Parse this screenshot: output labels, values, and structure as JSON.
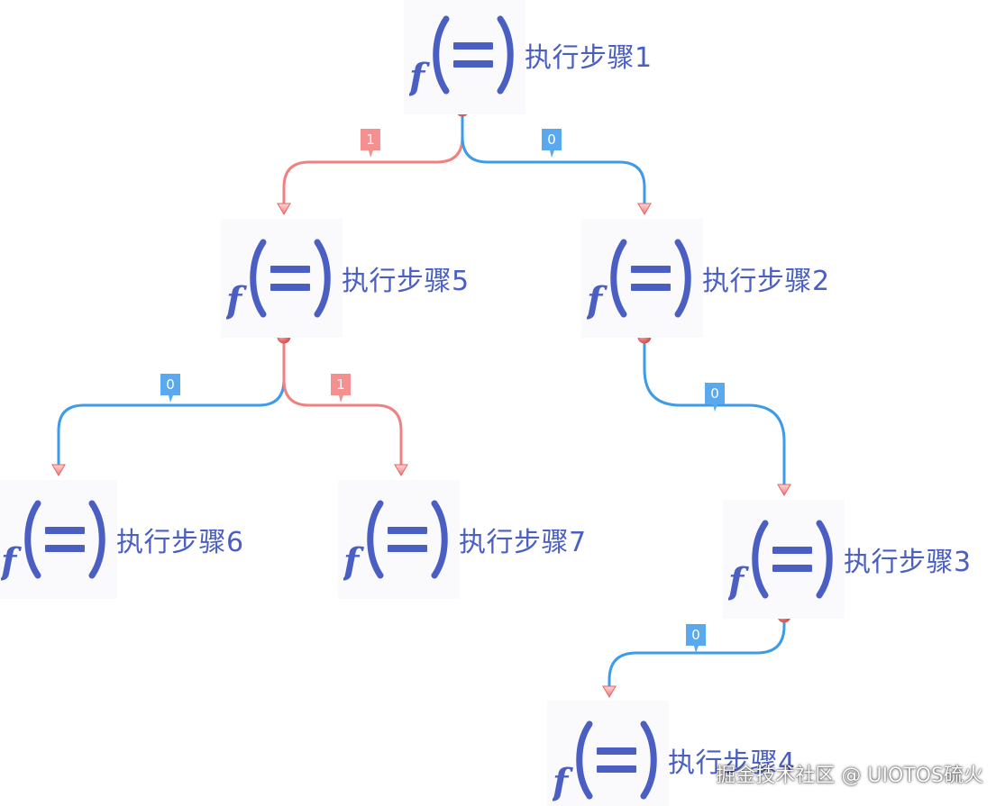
{
  "nodes": [
    {
      "id": "n1",
      "label": "执行步骤1"
    },
    {
      "id": "n5",
      "label": "执行步骤5"
    },
    {
      "id": "n2",
      "label": "执行步骤2"
    },
    {
      "id": "n6",
      "label": "执行步骤6"
    },
    {
      "id": "n7",
      "label": "执行步骤7"
    },
    {
      "id": "n3",
      "label": "执行步骤3"
    },
    {
      "id": "n4",
      "label": "执行步骤4"
    }
  ],
  "edges": [
    {
      "from": "n1",
      "to": "n5",
      "label": "1"
    },
    {
      "from": "n1",
      "to": "n2",
      "label": "0"
    },
    {
      "from": "n5",
      "to": "n6",
      "label": "0"
    },
    {
      "from": "n5",
      "to": "n7",
      "label": "1"
    },
    {
      "from": "n2",
      "to": "n3",
      "label": "0"
    },
    {
      "from": "n3",
      "to": "n4",
      "label": "0"
    }
  ],
  "colors": {
    "node_text": "#4a5fc1",
    "edge_true": "#f28080",
    "edge_false": "#3d9bea",
    "badge_true": "#f59090",
    "badge_false": "#5aa9ee"
  },
  "icon": "function-icon",
  "watermark": "掘金技术社区 @ UIOTOS硫火"
}
